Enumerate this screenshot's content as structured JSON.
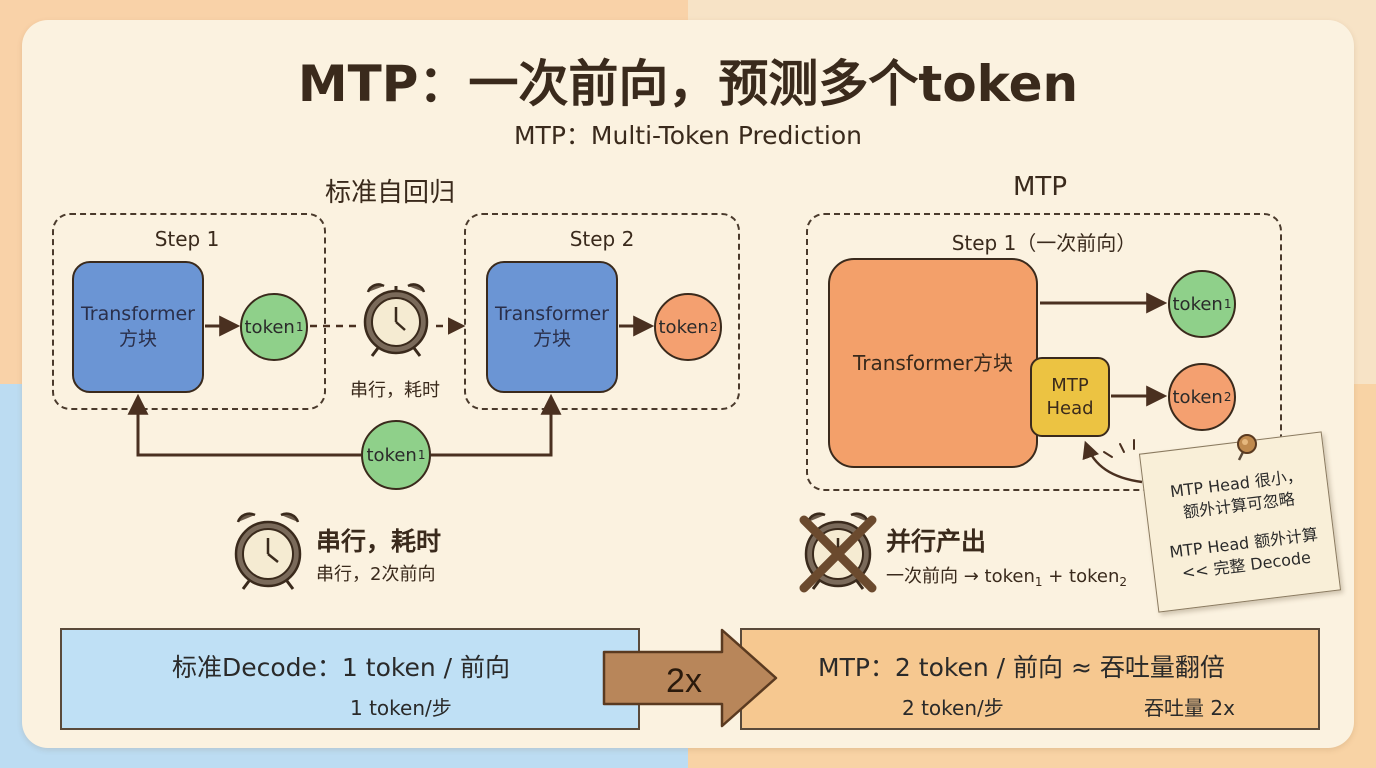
{
  "title": "MTP：一次前向，预测多个token",
  "subtitle": "MTP：Multi-Token Prediction",
  "left_section": {
    "heading": "标准自回归",
    "step1_label": "Step 1",
    "step2_label": "Step 2",
    "block_line1": "Transformer",
    "block_line2": "方块",
    "token1": "token",
    "token1_sub": "1",
    "token2": "token",
    "token2_sub": "2",
    "mid_caption": "串行，耗时",
    "feedback_token": "token",
    "feedback_token_sub": "1",
    "summary_title": "串行，耗时",
    "summary_sub": "串行，2次前向"
  },
  "right_section": {
    "heading": "MTP",
    "step_label": "Step 1（一次前向）",
    "block_label": "Transformer方块",
    "head_line1": "MTP",
    "head_line2": "Head",
    "token1": "token",
    "token1_sub": "1",
    "token2": "token",
    "token2_sub": "2",
    "summary_title": "并行产出",
    "summary_sub_prefix": "一次前向 → token",
    "summary_sub_sub1": "1",
    "summary_sub_mid": " + token",
    "summary_sub_sub2": "2"
  },
  "sticky_note": {
    "line1": "MTP Head 很小，",
    "line2": "额外计算可忽略",
    "line3": "MTP Head 额外计算",
    "line4": "<< 完整 Decode"
  },
  "bottom": {
    "left_main": "标准Decode：1 token / 前向",
    "left_sub": "1 token/步",
    "arrow_label": "2x",
    "right_main": "MTP：2 token / 前向 ≈ 吞吐量翻倍",
    "right_sub1": "2 token/步",
    "right_sub2": "吞吐量 2x"
  },
  "colors": {
    "transformer_blue": "#6b95d4",
    "transformer_orange": "#f3a06a",
    "mtp_head_yellow": "#ecc342",
    "token_green": "#8fd08a",
    "token_orange": "#f4a070",
    "banner_blue": "#bfe0f5",
    "banner_orange": "#f6c890",
    "arrow_brown": "#b8865a"
  },
  "icons": [
    "alarm-clock-icon",
    "crossed-alarm-clock-icon",
    "push-pin-icon"
  ]
}
